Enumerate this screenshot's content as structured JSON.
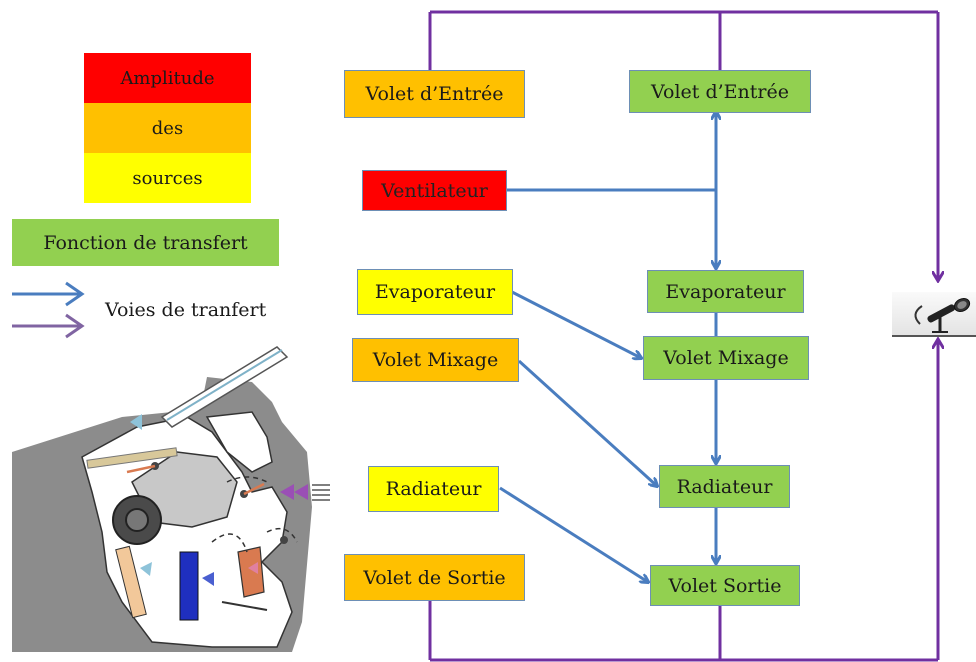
{
  "legend": {
    "amplitude_lines": [
      "Amplitude",
      "des",
      "sources"
    ],
    "transfer_function": "Fonction de transfert",
    "transfer_paths": "Voies de tranfert"
  },
  "sources": {
    "volet_entree": "Volet d’Entrée",
    "ventilateur": "Ventilateur",
    "evaporateur": "Evaporateur",
    "volet_mixage": "Volet Mixage",
    "radiateur": "Radiateur",
    "volet_sortie": "Volet de Sortie"
  },
  "transfer": {
    "volet_entree": "Volet d’Entrée",
    "evaporateur": "Evaporateur",
    "volet_mixage": "Volet Mixage",
    "radiateur": "Radiateur",
    "volet_sortie": "Volet Sortie"
  },
  "colors": {
    "red": "#ff0000",
    "orange": "#ffc000",
    "yellow": "#ffff00",
    "green": "#92d050",
    "blue_arrow": "#4a7dbf",
    "purple_arrow": "#7030a0"
  },
  "icons": {
    "microphone": "microphone-icon",
    "hvac_schematic": "hvac-unit-schematic"
  }
}
